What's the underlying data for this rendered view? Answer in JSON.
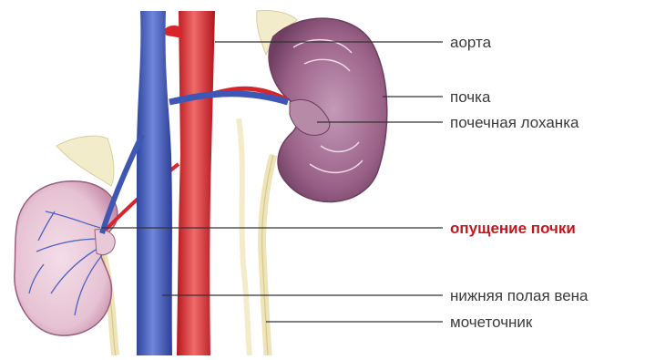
{
  "labels": {
    "aorta": "аорта",
    "kidney": "почка",
    "renal_pelvis": "почечная лоханка",
    "nephroptosis": "опущение почки",
    "inferior_vena_cava": "нижняя полая вена",
    "ureter": "мочеточник"
  },
  "colors": {
    "vein": "#3e56b4",
    "artery": "#d8252b",
    "kidney": "#9a6187",
    "ureter": "#efe3b8",
    "fat": "#f3ecca",
    "leader": "#333333",
    "alert_label": "#c4161c"
  }
}
